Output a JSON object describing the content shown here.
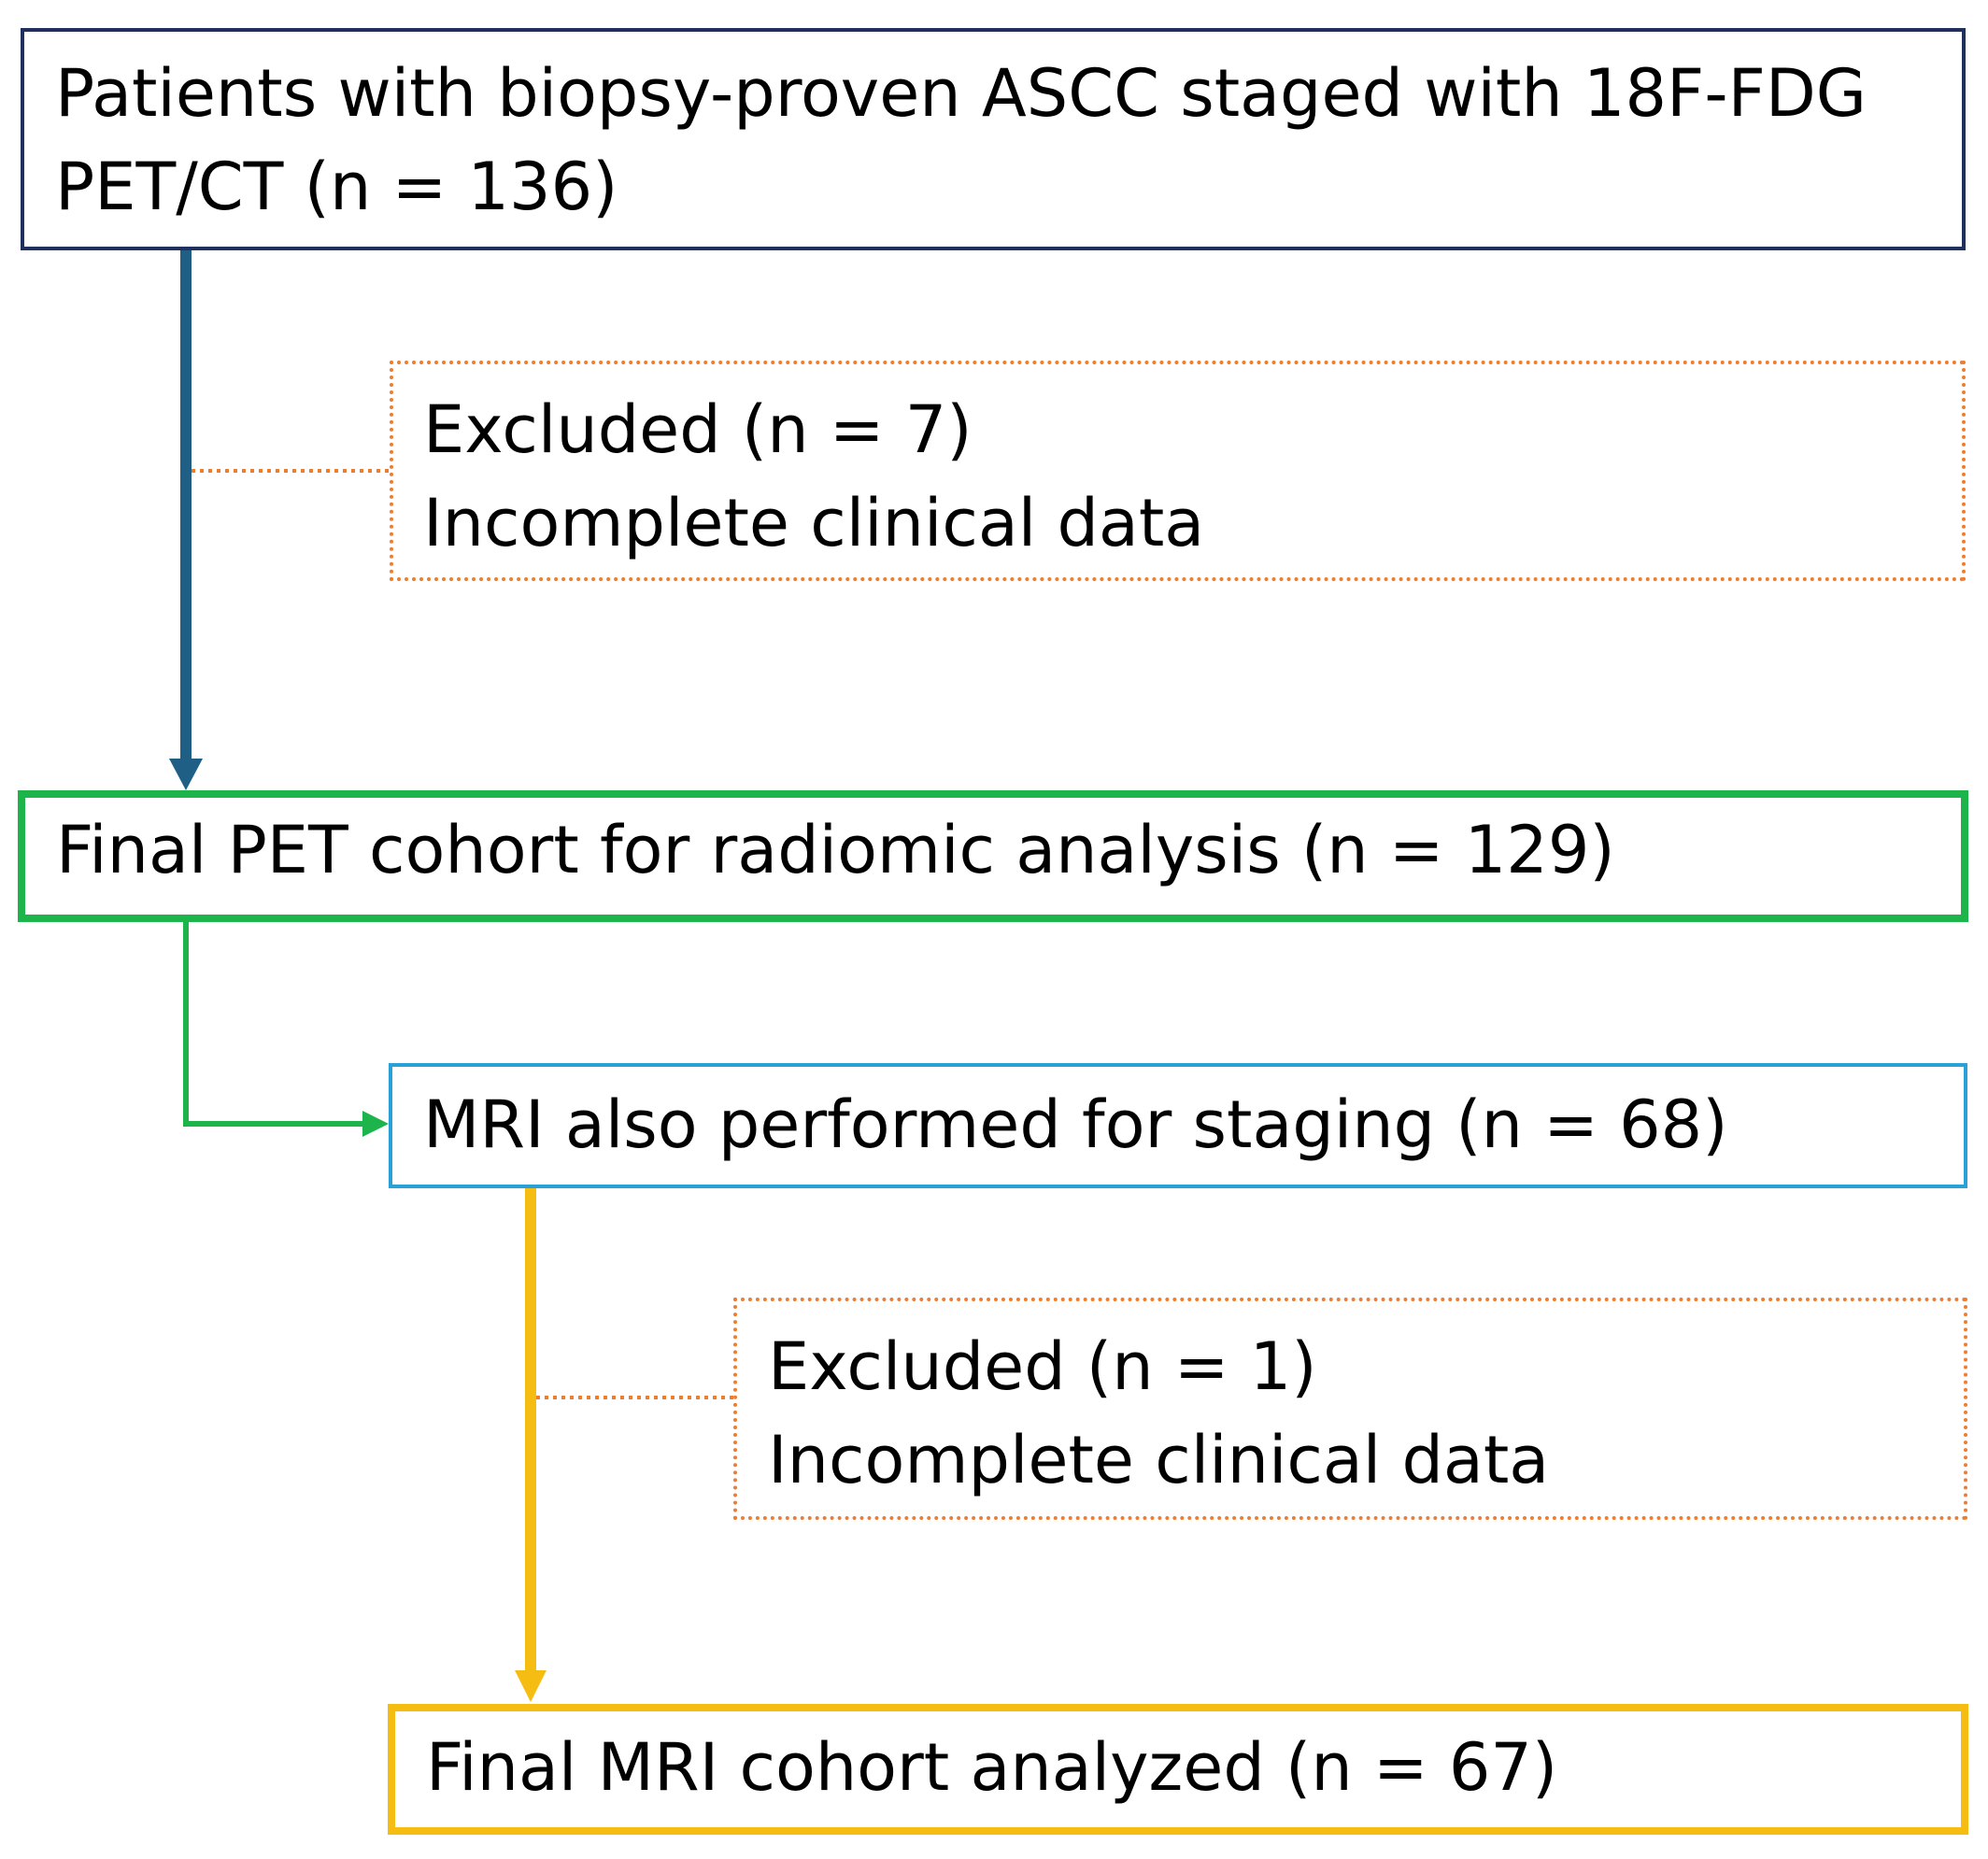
{
  "boxes": {
    "patients": {
      "line1": "Patients with biopsy-proven ASCC staged with 18F-FDG",
      "line2": "PET/CT (n = 136)"
    },
    "excluded_1": {
      "line1": "Excluded (n = 7)",
      "line2": "Incomplete clinical data"
    },
    "pet_cohort": {
      "line1": "Final PET cohort for radiomic analysis (n = 129)"
    },
    "mri_staging": {
      "line1": "MRI also performed for staging (n = 68)"
    },
    "excluded_2": {
      "line1": "Excluded (n = 1)",
      "line2": "Incomplete clinical data"
    },
    "mri_final": {
      "line1": "Final MRI cohort analyzed (n = 67)"
    }
  },
  "colors": {
    "patients_border": "#1f2f5e",
    "arrow_1": "#1f5f86",
    "excluded_border": "#ed7d31",
    "pet_cohort_border": "#1db44c",
    "mri_staging_border": "#2aa0d8",
    "mri_final_border": "#f5bd12"
  }
}
